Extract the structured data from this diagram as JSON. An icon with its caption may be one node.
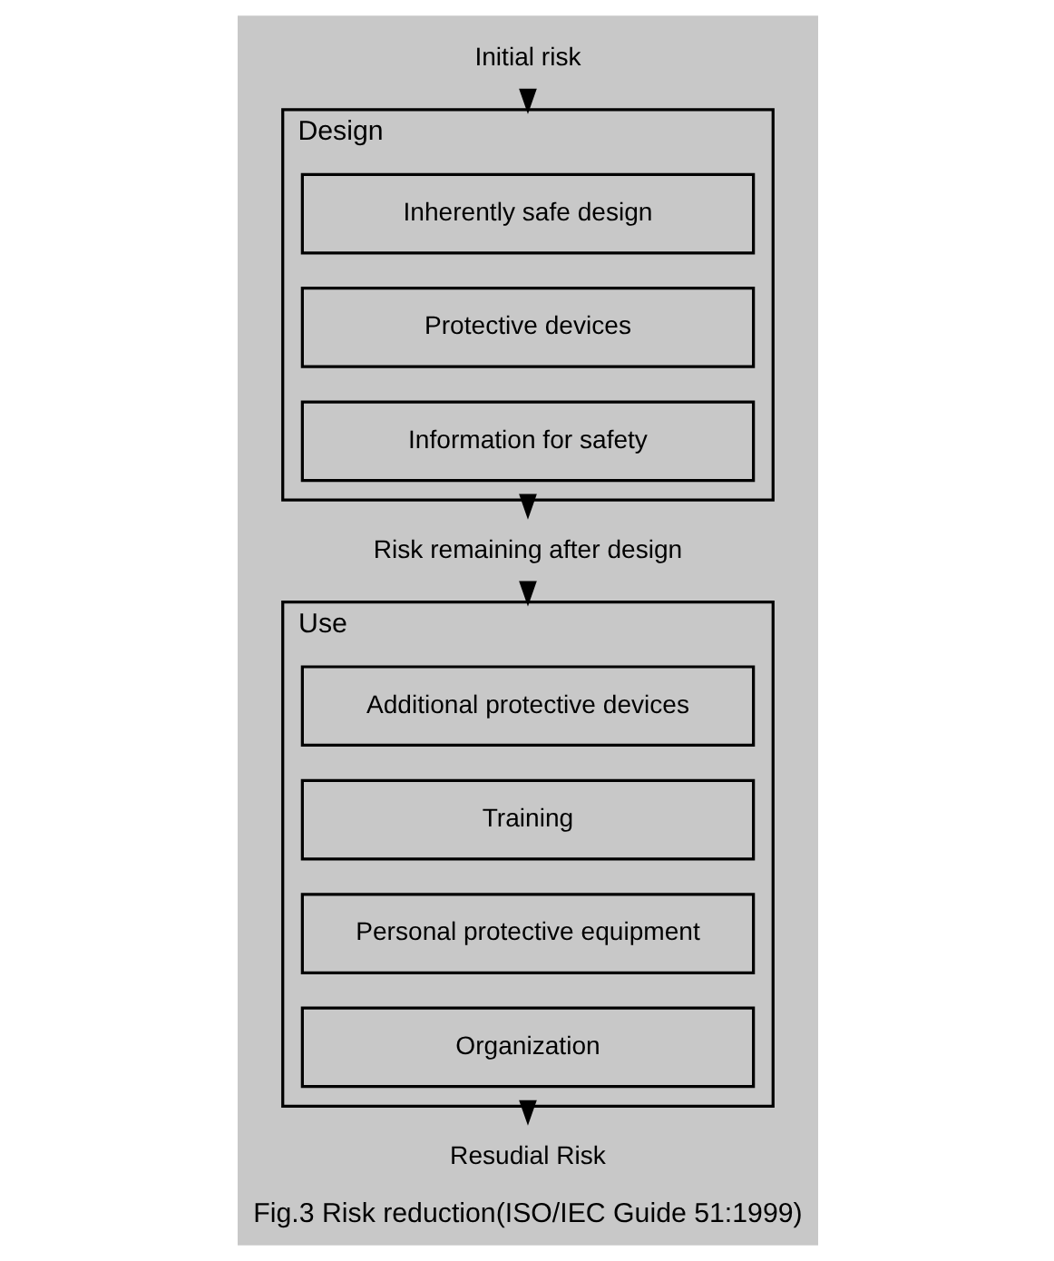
{
  "diagram": {
    "caption": "Fig.3 Risk reduction(ISO/IEC Guide 51:1999)",
    "nodes": [
      {
        "text": [
          "Initial risk"
        ]
      },
      {
        "text": [
          "Design"
        ]
      },
      {
        "text": [
          "Inherently safe design"
        ],
        "in": 1
      },
      {
        "text": [
          "Protective devices"
        ],
        "in": 1
      },
      {
        "text": [
          "Information for safety"
        ],
        "in": 1
      },
      {
        "text": [
          "Risk remaining after design"
        ]
      },
      {
        "text": [
          "Use"
        ]
      },
      {
        "text": [
          "Additional protective devices"
        ],
        "in": 6
      },
      {
        "text": [
          "Training"
        ],
        "in": 6
      },
      {
        "text": [
          "Personal protective equipment"
        ],
        "in": 6
      },
      {
        "text": [
          "Organization"
        ],
        "in": 6
      },
      {
        "text": [
          "Resudial Risk"
        ]
      }
    ],
    "edges": [
      {
        "from": 0,
        "to": 1,
        "arrow": "to"
      },
      {
        "from": 1,
        "to": 5,
        "arrow": "to"
      },
      {
        "from": 5,
        "to": 6,
        "arrow": "to"
      },
      {
        "from": 6,
        "to": 11,
        "arrow": "to"
      }
    ]
  }
}
